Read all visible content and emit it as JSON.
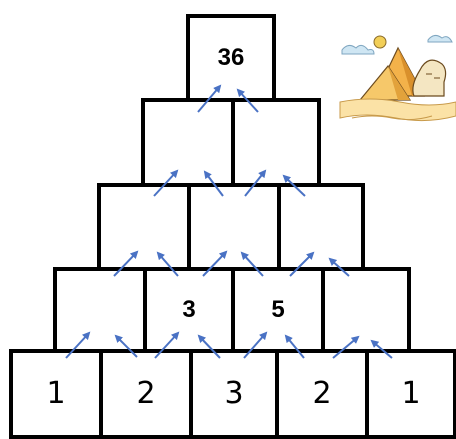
{
  "pyramid": {
    "rows": [
      [
        "36"
      ],
      [
        "",
        ""
      ],
      [
        "",
        "",
        ""
      ],
      [
        "",
        "3",
        "5",
        "",
        ""
      ],
      [
        "1",
        "2",
        "3",
        "2",
        "1"
      ]
    ]
  },
  "arrow_color": "#4a72c4",
  "illustration": "pyramids-and-sphinx"
}
